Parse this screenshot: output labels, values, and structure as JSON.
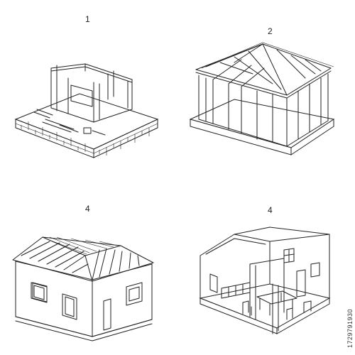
{
  "steps": [
    {
      "number": "1"
    },
    {
      "number": "2"
    },
    {
      "number": "4"
    },
    {
      "number": "4"
    }
  ],
  "watermark_id": "1729791930",
  "colors": {
    "line": "#222222",
    "background": "#ffffff"
  }
}
